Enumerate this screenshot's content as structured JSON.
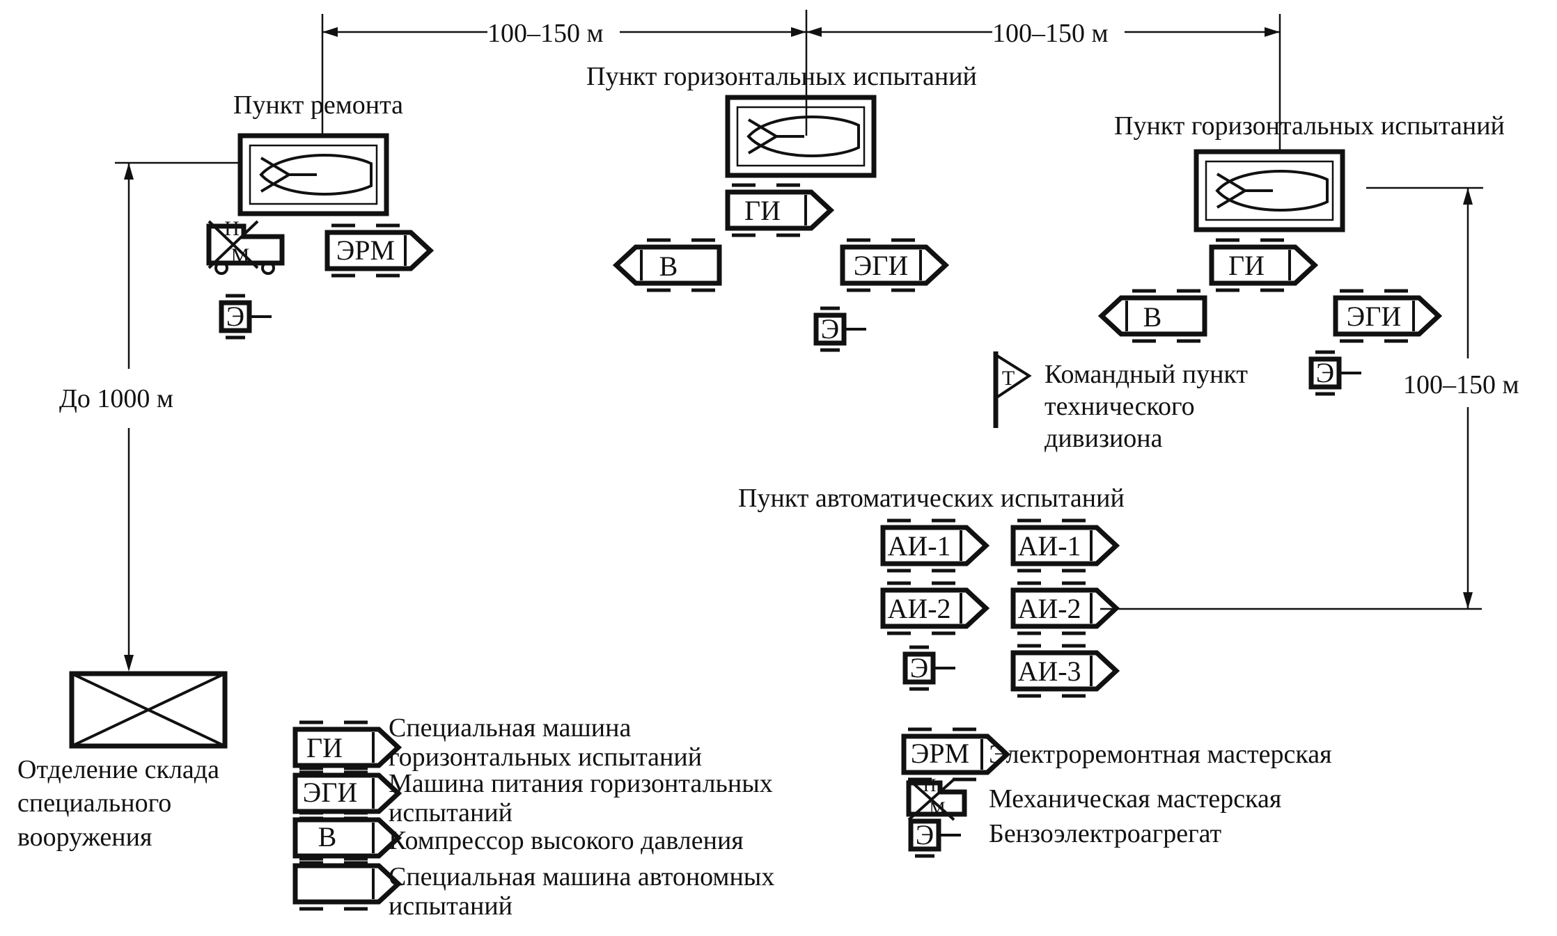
{
  "dimensions": {
    "top_left": "100–150 м",
    "top_right": "100–150 м",
    "right_vertical": "100–150 м",
    "left_vertical": "До 1000 м"
  },
  "points": {
    "repair": "Пункт ремонта",
    "horizontal_1": "Пункт горизонтальных испытаний",
    "horizontal_2": "Пункт горизонтальных испытаний",
    "command_line1": "Командный пункт",
    "command_line2": "технического",
    "command_line3": "дивизиона",
    "command_flag": "Т",
    "auto": "Пункт автоматических испытаний",
    "warehouse_line1": "Отделение склада",
    "warehouse_line2": "специального",
    "warehouse_line3": "вооружения"
  },
  "vehicles": {
    "gi": "ГИ",
    "egi": "ЭГИ",
    "v": "В",
    "e": "Э",
    "erm": "ЭРМ",
    "n": "Н",
    "m": "М",
    "ai1": "АИ-1",
    "ai2": "АИ-2",
    "ai3": "АИ-3"
  },
  "legend": {
    "gi_line1": "Специальная машина",
    "gi_line2": "горизонтальных испытаний",
    "egi_line1": "Машина питания горизонтальных",
    "egi_line2": "испытаний",
    "v_line1": "Компрессор высокого давления",
    "auto_line1": "Специальная машина автономных",
    "auto_line2": "испытаний",
    "erm_line1": "Электроремонтная мастерская",
    "mech_line1": "Механическая мастерская",
    "gen_line1": "Бензоэлектроагрегат"
  }
}
